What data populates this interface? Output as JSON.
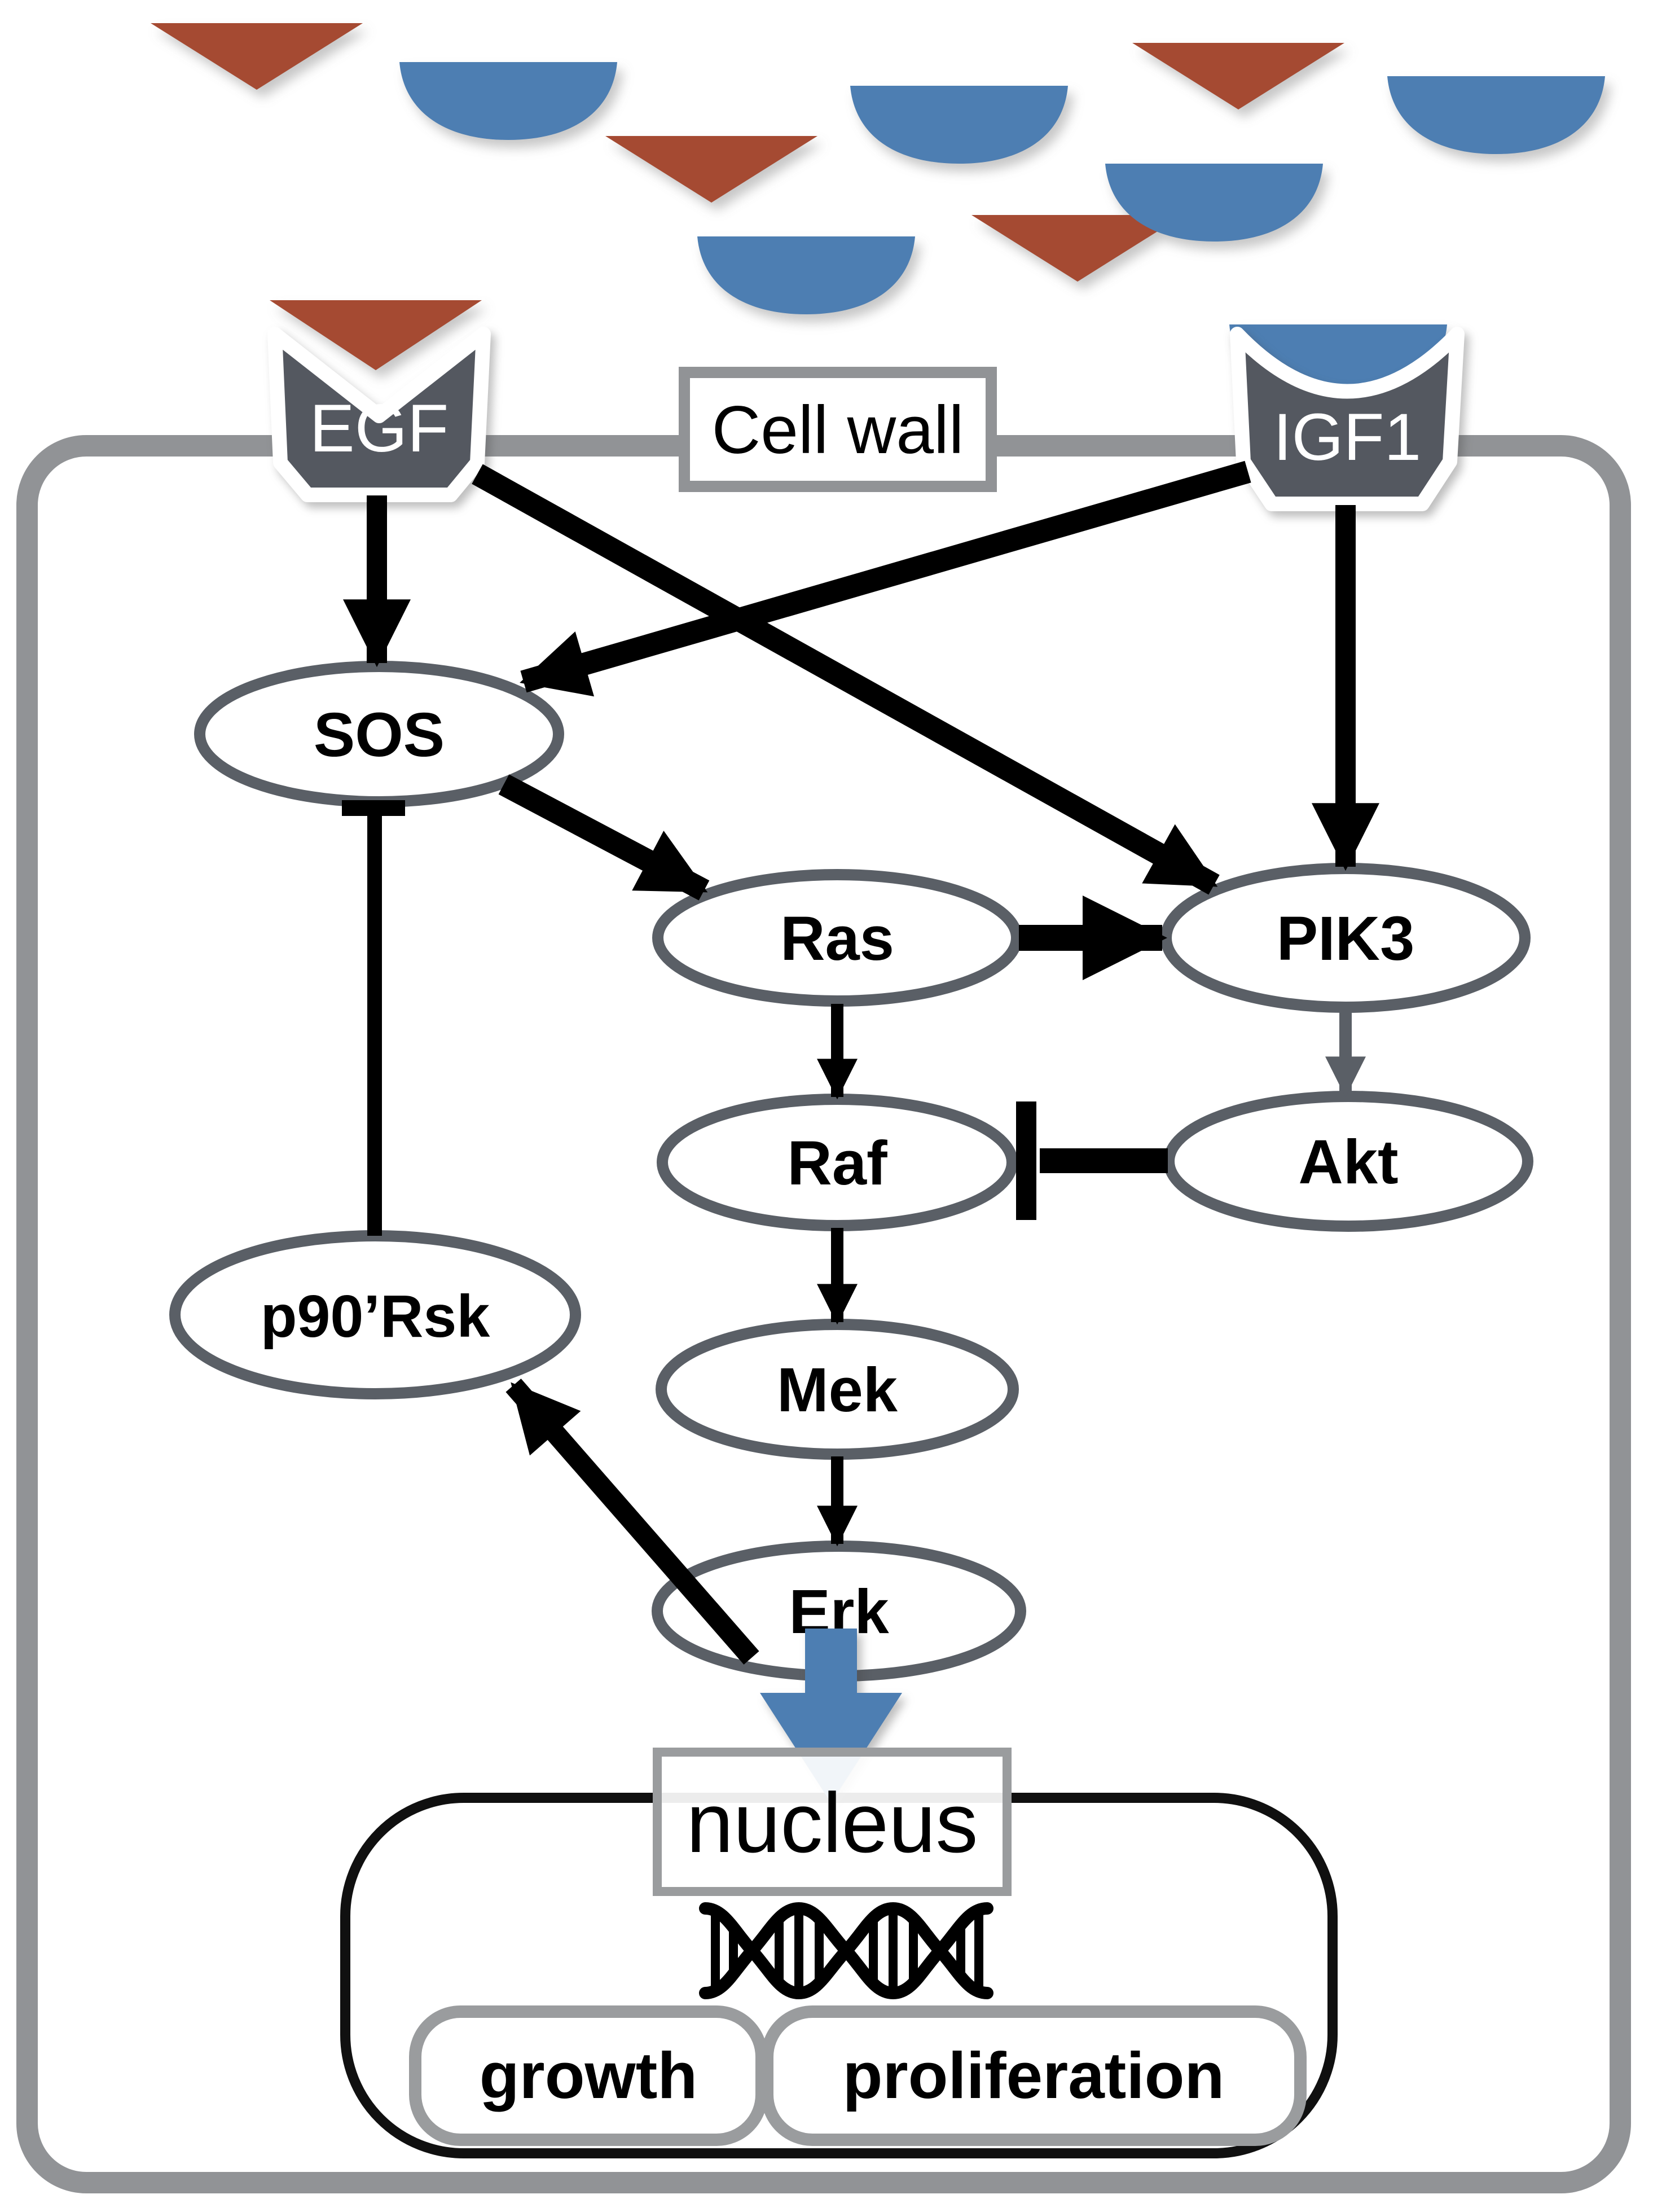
{
  "diagram": {
    "membrane_label": "Cell wall",
    "receptors": {
      "egf": {
        "label": "EGF"
      },
      "igf1": {
        "label": "IGF1"
      }
    },
    "nodes": {
      "sos": {
        "label": "SOS"
      },
      "ras": {
        "label": "Ras"
      },
      "pik3": {
        "label": "PIK3"
      },
      "raf": {
        "label": "Raf"
      },
      "akt": {
        "label": "Akt"
      },
      "p90rsk": {
        "label": "p90’Rsk"
      },
      "mek": {
        "label": "Mek"
      },
      "erk": {
        "label": "Erk"
      }
    },
    "nucleus": {
      "label": "nucleus",
      "outcomes": {
        "growth": "growth",
        "proliferation": "proliferation"
      }
    },
    "ligands": {
      "egf_ligand_shape": "red-triangle",
      "igf1_ligand_shape": "blue-bowl",
      "red_triangle_count": 5,
      "blue_bowl_count": 6
    },
    "edges": [
      {
        "from": "EGF",
        "to": "SOS",
        "type": "activates"
      },
      {
        "from": "EGF",
        "to": "PIK3",
        "type": "activates"
      },
      {
        "from": "IGF1",
        "to": "SOS",
        "type": "activates"
      },
      {
        "from": "IGF1",
        "to": "PIK3",
        "type": "activates"
      },
      {
        "from": "SOS",
        "to": "Ras",
        "type": "activates"
      },
      {
        "from": "Ras",
        "to": "PIK3",
        "type": "activates"
      },
      {
        "from": "Ras",
        "to": "Raf",
        "type": "activates"
      },
      {
        "from": "PIK3",
        "to": "Akt",
        "type": "activates"
      },
      {
        "from": "Akt",
        "to": "Raf",
        "type": "inhibits"
      },
      {
        "from": "Raf",
        "to": "Mek",
        "type": "activates"
      },
      {
        "from": "Mek",
        "to": "Erk",
        "type": "activates"
      },
      {
        "from": "Erk",
        "to": "p90’Rsk",
        "type": "activates"
      },
      {
        "from": "p90’Rsk",
        "to": "SOS",
        "type": "inhibits"
      },
      {
        "from": "Erk",
        "to": "nucleus",
        "type": "activates"
      }
    ],
    "colors": {
      "ligand_red": "#A54A32",
      "ligand_blue": "#4D7EB2",
      "receptor_gray": "#545860",
      "membrane_gray": "#919396",
      "node_border_gray": "#5A5F66",
      "arrow_black": "#000000",
      "arrow_gray": "#5A5F66",
      "nucleus_arrow_blue": "#4D7EB2",
      "box_border_gray": "#9A9C9E"
    }
  }
}
